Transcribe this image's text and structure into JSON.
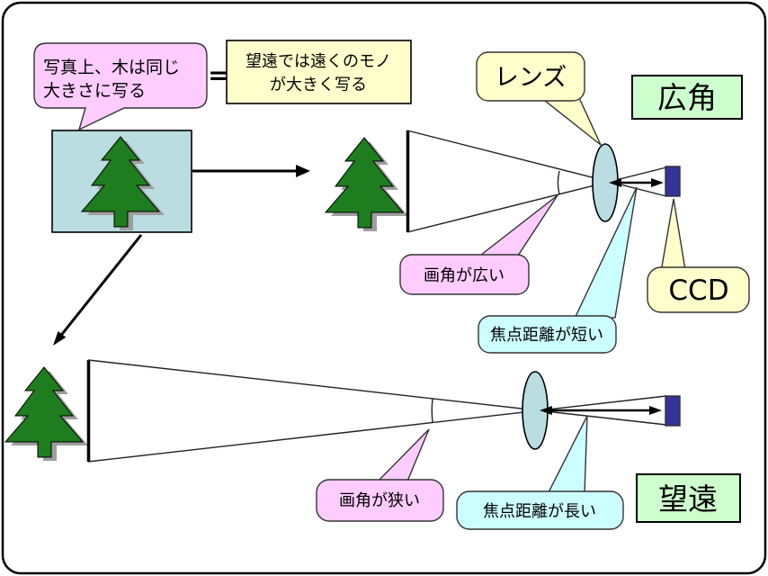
{
  "colors": {
    "bubble_pink": "#FFCCFF",
    "bubble_yellow": "#FFFFCC",
    "bubble_cyan": "#CCFFFF",
    "box_green": "#CCFFCC",
    "photo_blue": "#B9DDE1",
    "lens_blue": "#B9DDE1",
    "ccd_blue": "#333399",
    "tree_green": "#1E7D1E",
    "tree_shadow": "#9E9E9E"
  },
  "annotations": {
    "photo_note_line1": "写真上、木は同じ",
    "photo_note_line2": "大きさに写る",
    "equals_sign": "=",
    "tele_note_line1": "望遠では遠くのモノ",
    "tele_note_line2": "が大きく写る",
    "lens_label": "レンズ",
    "wide_angle_label": "広角",
    "ccd_label": "CCD",
    "view_angle_wide": "画角が広い",
    "focal_length_short": "焦点距離が短い",
    "view_angle_narrow": "画角が狭い",
    "focal_length_long": "焦点距離が長い",
    "telephoto_label": "望遠"
  }
}
